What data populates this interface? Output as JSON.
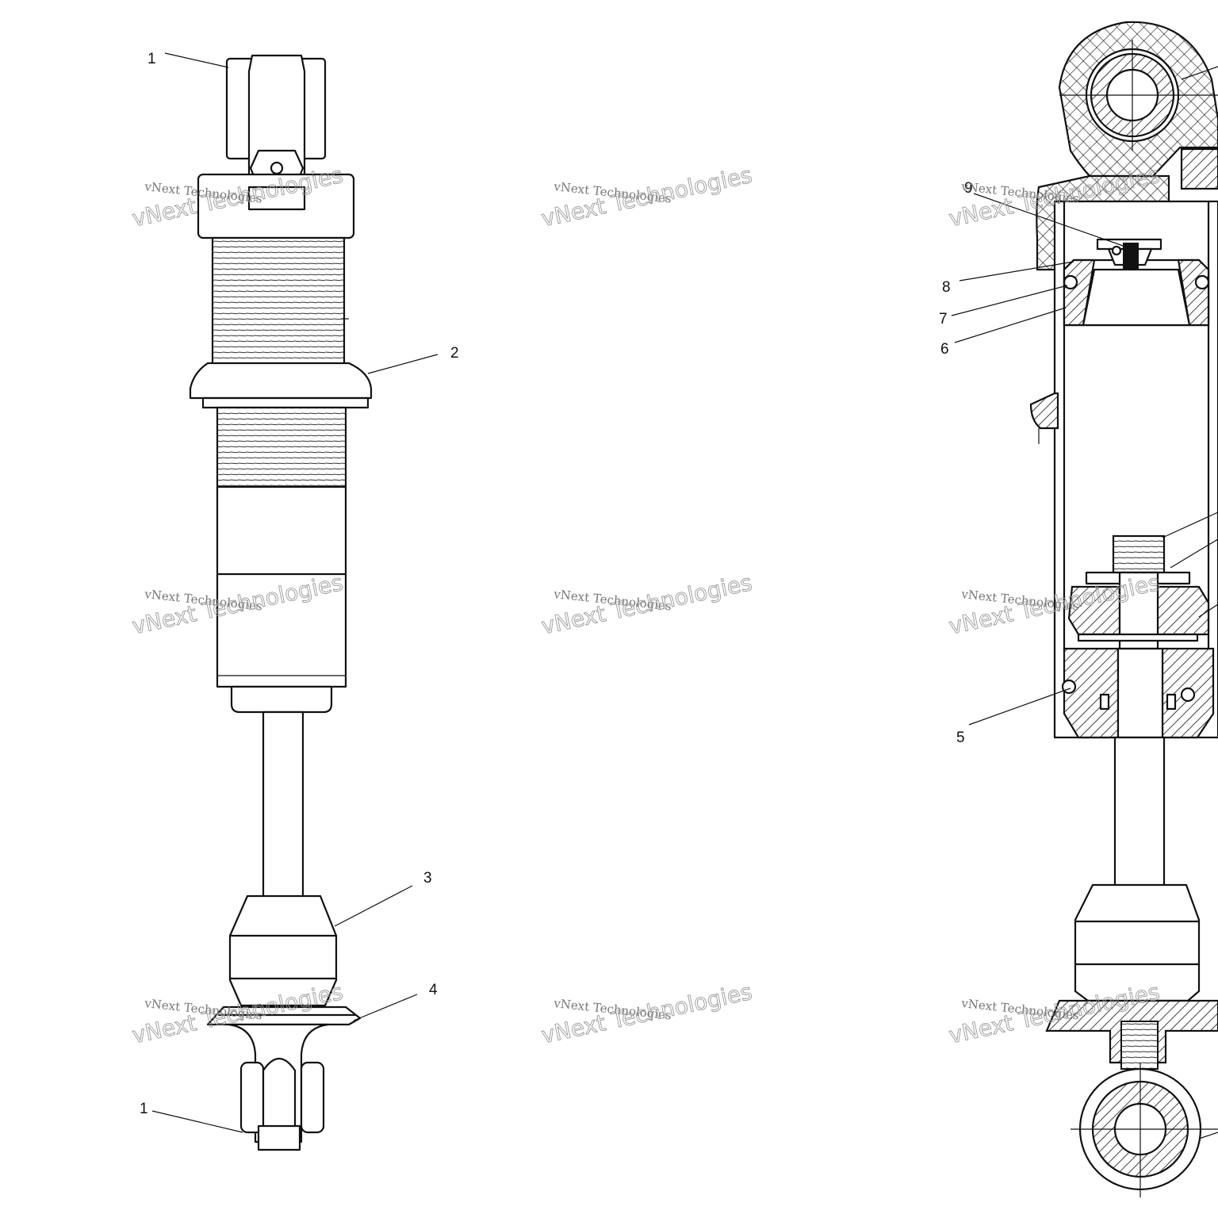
{
  "callouts": {
    "c1_top": "1",
    "c2": "2",
    "c3": "3",
    "c4": "4",
    "c1_bottom": "1",
    "c9": "9",
    "c8": "8",
    "c7": "7",
    "c6": "6",
    "c5": "5"
  },
  "watermark": {
    "line1": "vNext Technologies",
    "line2": "vNext Technologies"
  },
  "colors": {
    "ink": "#111111",
    "background": "#ffffff",
    "watermark": "#888888"
  }
}
